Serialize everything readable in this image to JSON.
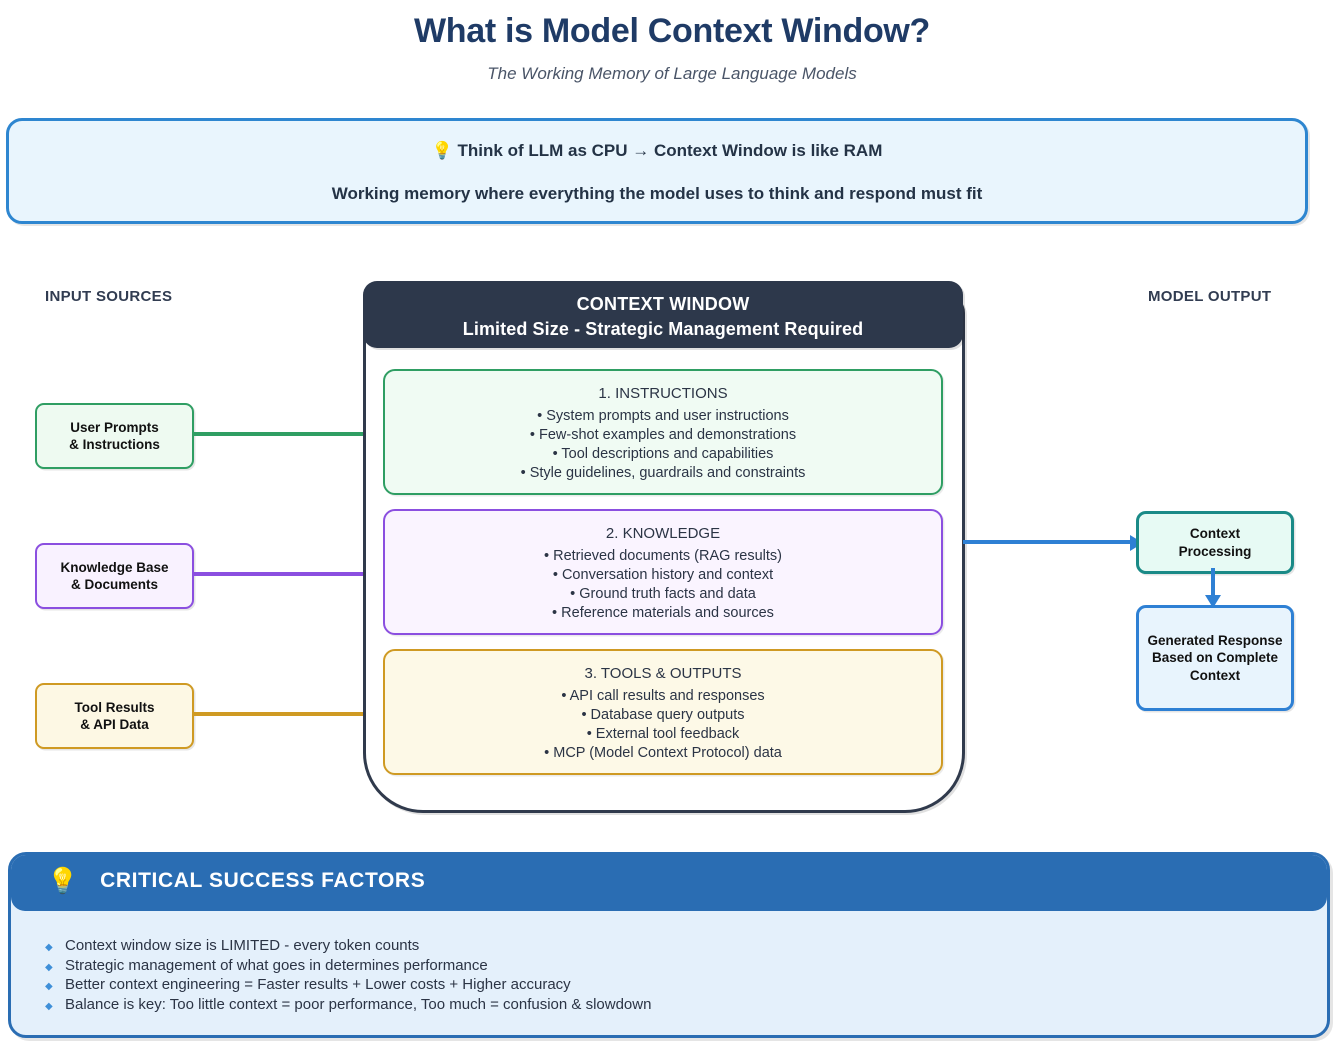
{
  "header": {
    "title": "What is Model Context Window?",
    "subtitle": "The Working Memory of Large Language Models"
  },
  "analogy": {
    "line1": "💡 Think of LLM as CPU → Context Window is like RAM",
    "line2": "Working memory where everything the model uses to think and respond must fit",
    "bulb_icon": "💡",
    "border_color": "#2e86d0",
    "fill_color": "#e9f5fd"
  },
  "columns": {
    "input_label": "INPUT SOURCES",
    "output_label": "MODEL OUTPUT"
  },
  "inputs": [
    {
      "label": "User Prompts\n& Instructions",
      "color": "#2f9e63",
      "fill": "#eefaf1"
    },
    {
      "label": "Knowledge Base\n& Documents",
      "color": "#8b4fe0",
      "fill": "#f9f2ff"
    },
    {
      "label": "Tool Results\n& API Data",
      "color": "#cf9a23",
      "fill": "#fdf8e4"
    }
  ],
  "context_window": {
    "title": "CONTEXT WINDOW",
    "subtitle": "Limited Size - Strategic Management Required",
    "header_color": "#2d384b",
    "border_color": "#303a4c",
    "sections": [
      {
        "title": "1. INSTRUCTIONS",
        "color": "#2f9e63",
        "fill": "#f0fbf3",
        "items": [
          "• System prompts and user instructions",
          "• Few-shot examples and demonstrations",
          "• Tool descriptions and capabilities",
          "• Style guidelines, guardrails and constraints"
        ]
      },
      {
        "title": "2. KNOWLEDGE",
        "color": "#8b4fe0",
        "fill": "#faf4ff",
        "items": [
          "• Retrieved documents (RAG results)",
          "• Conversation history and context",
          "• Ground truth facts and data",
          "• Reference materials and sources"
        ]
      },
      {
        "title": "3. TOOLS & OUTPUTS",
        "color": "#cf9a23",
        "fill": "#fdf9e7",
        "items": [
          "• API call results and responses",
          "• Database query outputs",
          "• External tool feedback",
          "• MCP (Model Context Protocol) data"
        ]
      }
    ]
  },
  "outputs": [
    {
      "label": "Context\nProcessing",
      "color": "#1a8a87",
      "fill": "#e7faf4"
    },
    {
      "label": "Generated Response\nBased on Complete\nContext",
      "color": "#2e80d4",
      "fill": "#e8f4fd"
    }
  ],
  "factors": {
    "bulb_icon": "💡",
    "title": "CRITICAL SUCCESS FACTORS",
    "header_color": "#2a6db3",
    "body_color": "#e4f0fb",
    "bullet_glyph": "◆",
    "items": [
      "Context window size is LIMITED - every token counts",
      "Strategic management of what goes in determines performance",
      "Better context engineering = Faster results + Lower costs + Higher accuracy",
      "Balance is key: Too little context = poor performance, Too much = confusion & slowdown"
    ]
  }
}
